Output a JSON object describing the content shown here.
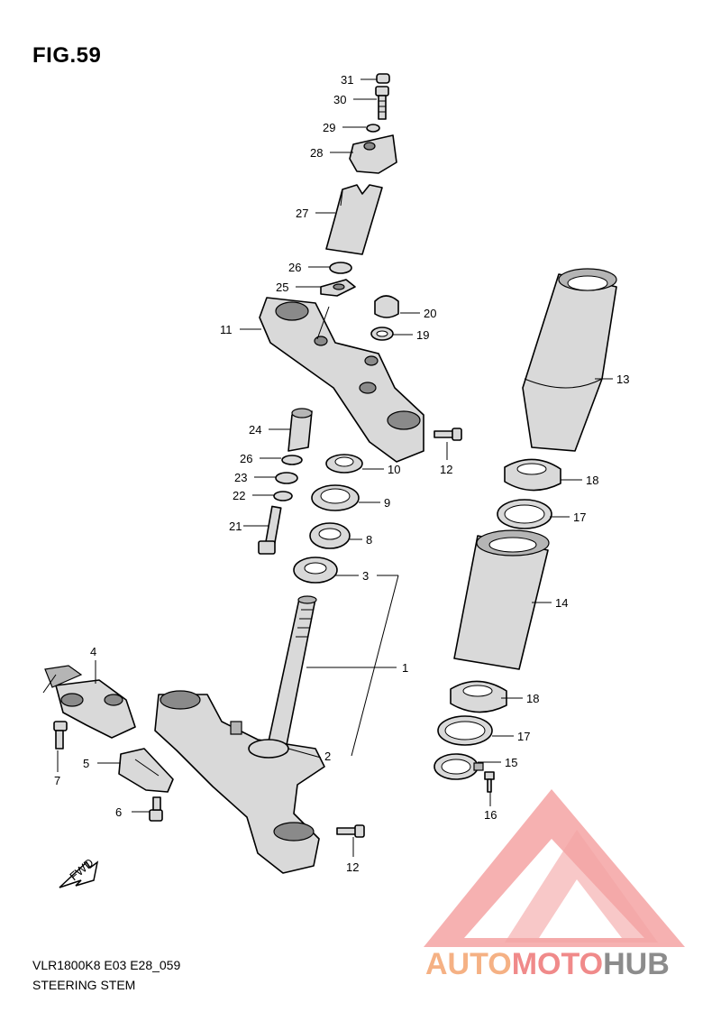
{
  "figure": {
    "title": "FIG.59",
    "model_code": "VLR1800K8 E03 E28_059",
    "section_name": "STEERING STEM"
  },
  "direction_marker": {
    "label": "FWD"
  },
  "watermark": {
    "part1": "AUTO",
    "part2": "MOTO",
    "part3": "HUB",
    "color_1": "#f5b184",
    "color_2": "#f08a8a",
    "color_3": "#8c8c8c"
  },
  "callouts": [
    {
      "id": "31",
      "label": "31"
    },
    {
      "id": "30",
      "label": "30"
    },
    {
      "id": "29",
      "label": "29"
    },
    {
      "id": "28",
      "label": "28"
    },
    {
      "id": "27",
      "label": "27"
    },
    {
      "id": "26a",
      "label": "26"
    },
    {
      "id": "25",
      "label": "25"
    },
    {
      "id": "20",
      "label": "20"
    },
    {
      "id": "19",
      "label": "19"
    },
    {
      "id": "11",
      "label": "11"
    },
    {
      "id": "13",
      "label": "13"
    },
    {
      "id": "24",
      "label": "24"
    },
    {
      "id": "12a",
      "label": "12"
    },
    {
      "id": "26b",
      "label": "26"
    },
    {
      "id": "10",
      "label": "10"
    },
    {
      "id": "18a",
      "label": "18"
    },
    {
      "id": "23",
      "label": "23"
    },
    {
      "id": "22",
      "label": "22"
    },
    {
      "id": "9",
      "label": "9"
    },
    {
      "id": "17a",
      "label": "17"
    },
    {
      "id": "21",
      "label": "21"
    },
    {
      "id": "8",
      "label": "8"
    },
    {
      "id": "3",
      "label": "3"
    },
    {
      "id": "14",
      "label": "14"
    },
    {
      "id": "4",
      "label": "4"
    },
    {
      "id": "1",
      "label": "1"
    },
    {
      "id": "18b",
      "label": "18"
    },
    {
      "id": "17b",
      "label": "17"
    },
    {
      "id": "2",
      "label": "2"
    },
    {
      "id": "15",
      "label": "15"
    },
    {
      "id": "5",
      "label": "5"
    },
    {
      "id": "7",
      "label": "7"
    },
    {
      "id": "16",
      "label": "16"
    },
    {
      "id": "6",
      "label": "6"
    },
    {
      "id": "12b",
      "label": "12"
    }
  ]
}
